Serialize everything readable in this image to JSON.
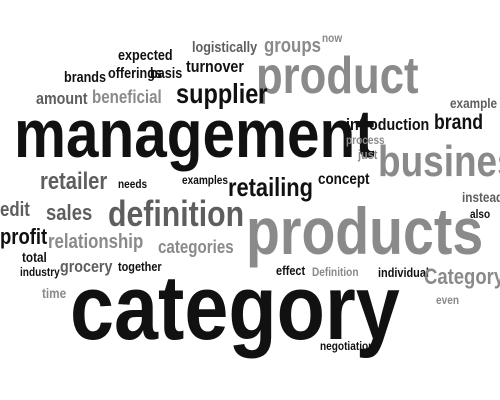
{
  "cloud": {
    "words": [
      "category",
      "management",
      "products",
      "product",
      "business",
      "definition",
      "retailing",
      "retailer",
      "supplier",
      "sales",
      "relationship",
      "categories",
      "introduction",
      "brand",
      "concept",
      "groups",
      "turnover",
      "logistically",
      "expected",
      "offerings",
      "basis",
      "brands",
      "amount",
      "beneficial",
      "examples",
      "needs",
      "grocery",
      "together",
      "total",
      "industry",
      "time",
      "effect",
      "Definition",
      "individual",
      "Category",
      "even",
      "negotiations",
      "edit",
      "profit",
      "example",
      "instead",
      "also",
      "process",
      "just",
      "now"
    ]
  }
}
